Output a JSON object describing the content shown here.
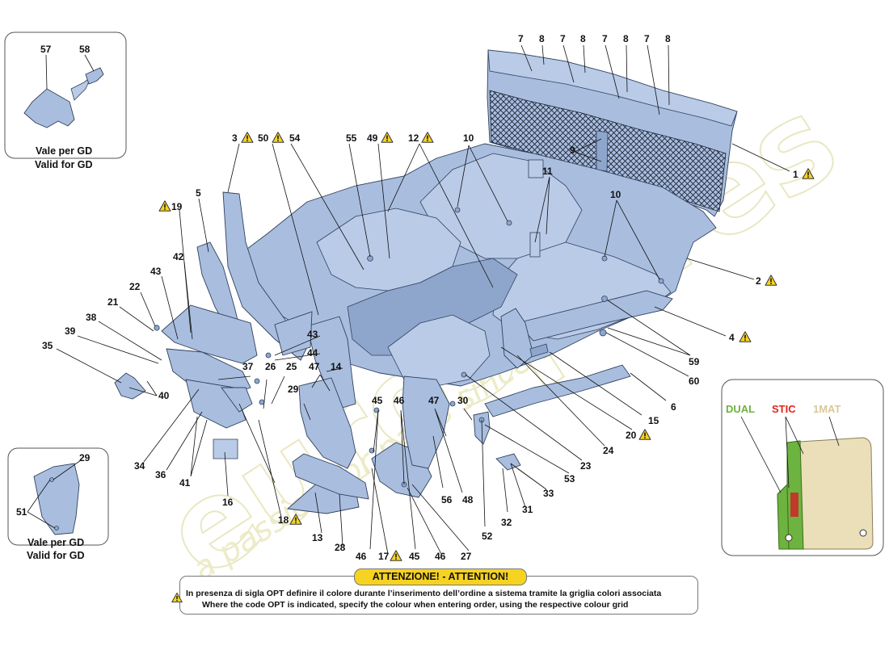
{
  "watermark": {
    "brand": "eurospares",
    "tagline": "a passion for parts since 1985"
  },
  "inset_top_left": {
    "labels": [
      "57",
      "58"
    ],
    "caption_it": "Vale per GD",
    "caption_en": "Valid for GD"
  },
  "inset_bottom_left": {
    "labels": [
      "29",
      "51"
    ],
    "caption_it": "Vale per GD",
    "caption_en": "Valid for GD"
  },
  "inset_mat": {
    "dual": "DUAL",
    "stic": "STIC",
    "mat": "1MAT",
    "colors": {
      "dual": "#6db33f",
      "stic": "#e2231a",
      "mat": "#d9c89a",
      "mat_fill": "#eadfb8",
      "dual_fill": "#6db33f"
    }
  },
  "labels": {
    "l7a": "7",
    "l8a": "8",
    "l7b": "7",
    "l8b": "8",
    "l7c": "7",
    "l8c": "8",
    "l7d": "7",
    "l8d": "8",
    "l1": "1",
    "l2": "2",
    "l3": "3",
    "l4": "4",
    "l5": "5",
    "l6": "6",
    "l9": "9",
    "l10a": "10",
    "l10b": "10",
    "l11": "11",
    "l12": "12",
    "l13": "13",
    "l14": "14",
    "l15": "15",
    "l16": "16",
    "l17": "17",
    "l18": "18",
    "l19": "19",
    "l20": "20",
    "l21": "21",
    "l22": "22",
    "l23": "23",
    "l24": "24",
    "l25": "25",
    "l26": "26",
    "l27": "27",
    "l28": "28",
    "l29": "29",
    "l30": "30",
    "l31": "31",
    "l32": "32",
    "l33": "33",
    "l34": "34",
    "l35": "35",
    "l36": "36",
    "l37": "37",
    "l38": "38",
    "l39": "39",
    "l40": "40",
    "l41": "41",
    "l42": "42",
    "l43a": "43",
    "l43b": "43",
    "l44": "44",
    "l45a": "45",
    "l45b": "45",
    "l46a": "46",
    "l46b": "46",
    "l46c": "46",
    "l47a": "47",
    "l47b": "47",
    "l48": "48",
    "l49": "49",
    "l50": "50",
    "l52": "52",
    "l53": "53",
    "l54": "54",
    "l55": "55",
    "l56": "56",
    "l59": "59",
    "l60": "60"
  },
  "attention": {
    "title": "ATTENZIONE! - ATTENTION!",
    "line_it": "In presenza di sigla OPT definire il colore durante l’inserimento dell’ordine a sistema tramite la griglia colori associata",
    "line_en": "Where the code OPT is indicated, specify the colour when entering order, using the respective colour grid"
  },
  "colors": {
    "part_fill": "#a9bedf",
    "outline": "#30405e",
    "warning_yellow": "#f6d321"
  }
}
